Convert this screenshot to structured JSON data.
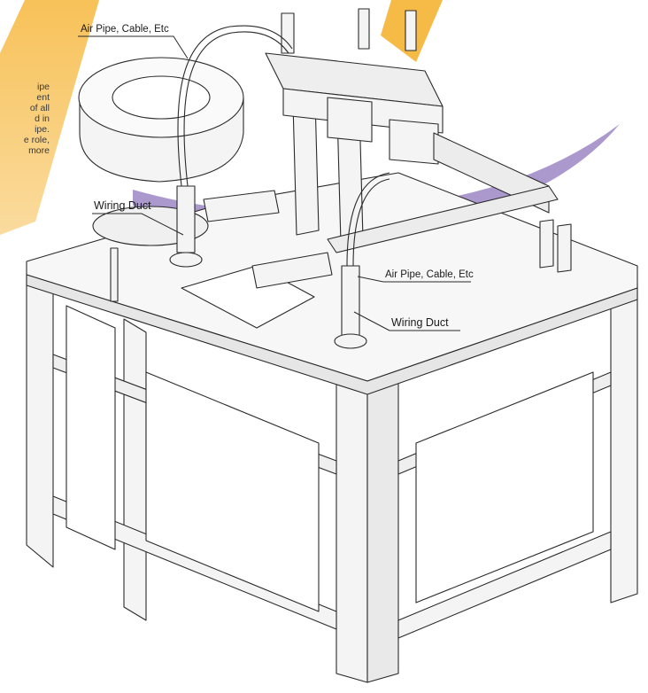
{
  "labels": {
    "air_pipe_top": "Air Pipe, Cable, Etc",
    "wiring_duct_left": "Wiring Duct",
    "air_pipe_right": "Air Pipe, Cable, Etc",
    "wiring_duct_right": "Wiring Duct"
  },
  "side_text": [
    "ipe",
    "",
    "ent",
    "of all",
    "d in",
    "ipe.",
    "e role,",
    "more"
  ],
  "colors": {
    "watermark_orange": "#f6b73c",
    "watermark_purple": "#9c87c6",
    "line": "#2a2a2a",
    "fill_light": "#f2f2f2"
  }
}
